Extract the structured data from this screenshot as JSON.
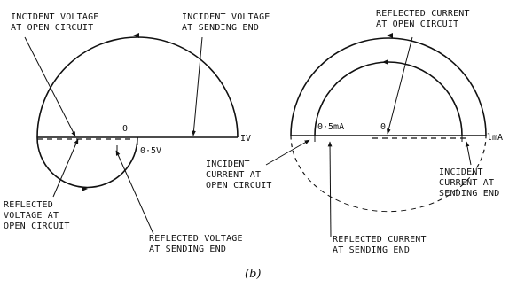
{
  "left_diagram": {
    "label_incident_voltage_open": [
      "INCIDENT VOLTAGE",
      "AT OPEN CIRCUIT"
    ],
    "label_incident_voltage_sending": [
      "INCIDENT VOLTAGE",
      "AT SENDING END"
    ],
    "label_origin": "0",
    "label_scale_max": "IV",
    "label_half": "0·5V",
    "label_reflected_voltage_open": [
      "REFLECTED",
      "VOLTAGE AT",
      "OPEN CIRCUIT"
    ],
    "label_reflected_voltage_sending": [
      "REFLECTED VOLTAGE",
      "AT SENDING END"
    ]
  },
  "right_diagram": {
    "label_reflected_current_open": [
      "REFLECTED CURRENT",
      "AT OPEN CIRCUIT"
    ],
    "label_origin": "0",
    "label_half": "0·5mA",
    "label_scale_max": "lmA",
    "label_incident_current_open": [
      "INCIDENT",
      "CURRENT AT",
      "OPEN CIRCUIT"
    ],
    "label_incident_current_sending": [
      "INCIDENT",
      "CURRENT AT",
      "SENDING END"
    ],
    "label_reflected_current_sending": [
      "REFLECTED CURRENT",
      "AT SENDING  END"
    ]
  },
  "caption": "(b)"
}
